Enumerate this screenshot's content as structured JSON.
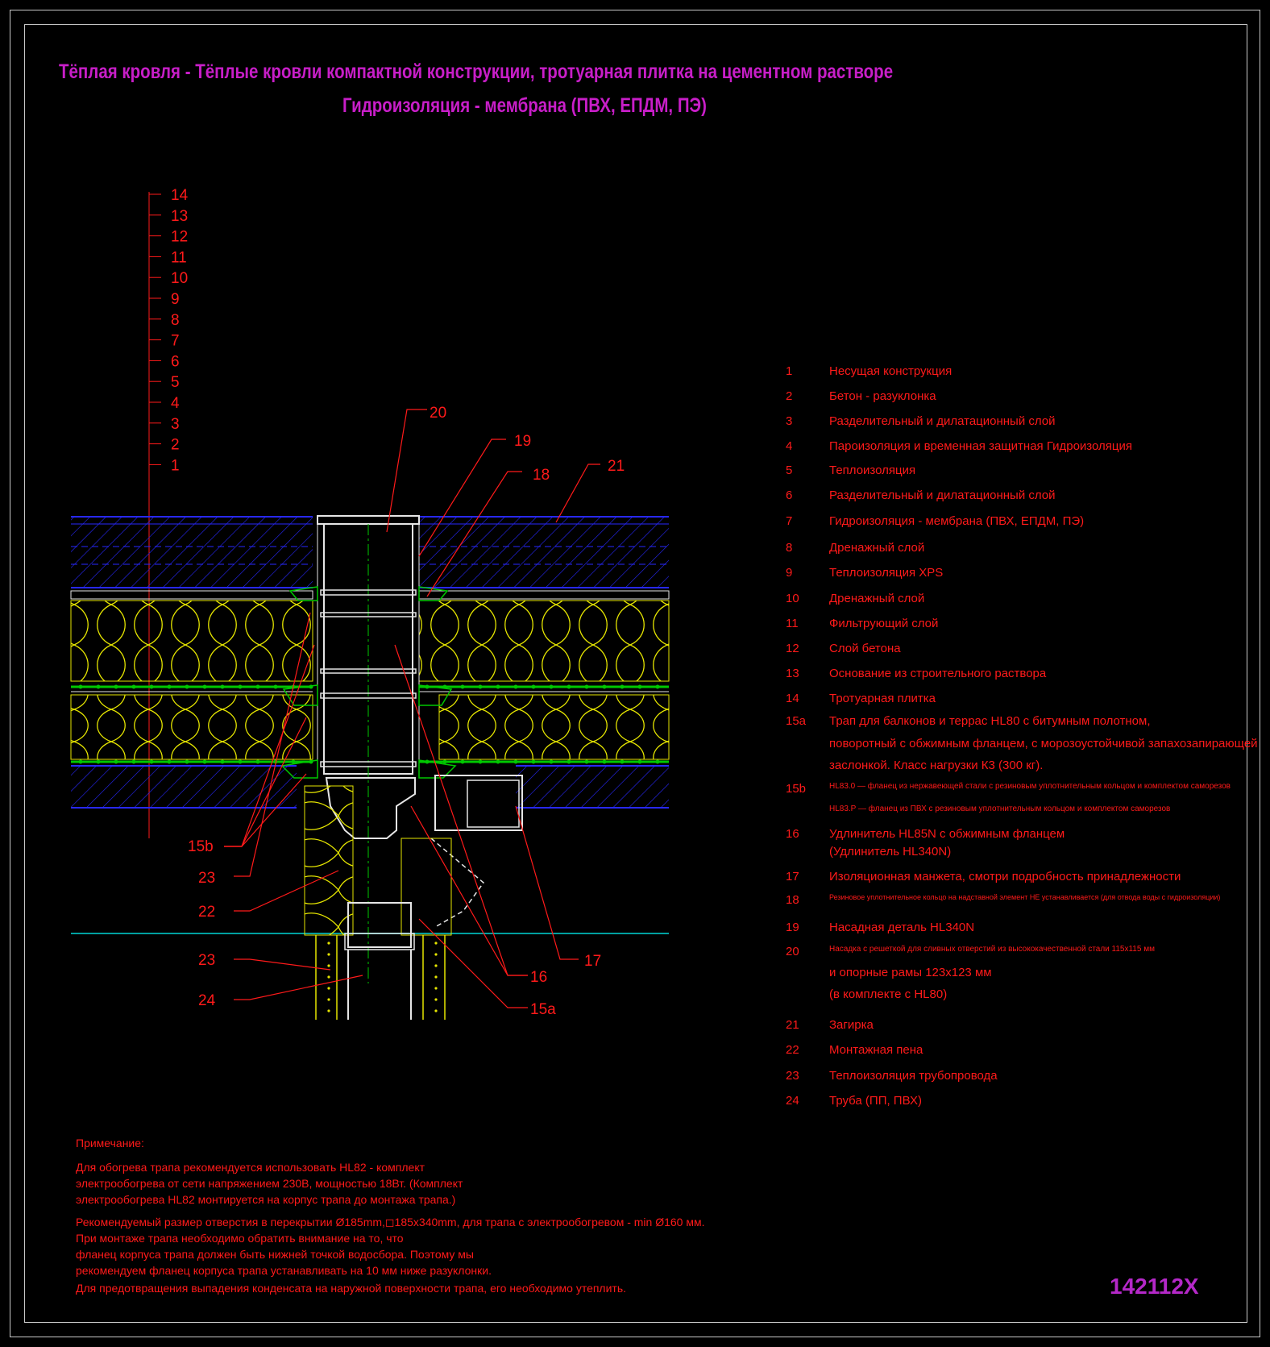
{
  "title": {
    "line1": "Тёплая кровля - Тёплые кровли компактной конструкции, тротуарная плитка на цементном растворе",
    "line2": "Гидроизоляция - мембрана (ПВХ, ЕПДМ, ПЭ)"
  },
  "layer_scale_labels": [
    "14",
    "13",
    "12",
    "11",
    "10",
    "9",
    "8",
    "7",
    "6",
    "5",
    "4",
    "3",
    "2",
    "1"
  ],
  "callouts": {
    "c20": "20",
    "c19": "19",
    "c18": "18",
    "c21": "21",
    "c17": "17",
    "c15b": "15b",
    "c23a": "23",
    "c22": "22",
    "c23b": "23",
    "c24": "24",
    "c16": "16",
    "c15a": "15a"
  },
  "legend": [
    {
      "num": "1",
      "text": "Несущая конструкция"
    },
    {
      "num": "2",
      "text": "Бетон - разуклонка"
    },
    {
      "num": "3",
      "text": "Разделительный и дилатационный слой"
    },
    {
      "num": "4",
      "text": "Пароизоляция и временная защитная Гидроизоляция"
    },
    {
      "num": "5",
      "text": "Теплоизоляция"
    },
    {
      "num": "6",
      "text": "Разделительный и дилатационный слой"
    },
    {
      "num": "7",
      "text": "Гидроизоляция - мембрана (ПВХ, ЕПДМ, ПЭ)"
    },
    {
      "num": "8",
      "text": "Дренажный слой"
    },
    {
      "num": "9",
      "text": "Теплоизоляция XPS"
    },
    {
      "num": "10",
      "text": "Дренажный слой"
    },
    {
      "num": "11",
      "text": "Фильтрующий слой"
    },
    {
      "num": "12",
      "text": "Слой бетона"
    },
    {
      "num": "13",
      "text": "Основание из строительного раствора"
    },
    {
      "num": "14",
      "text": "Тротуарная плитка"
    },
    {
      "num": "15a",
      "text": "Трап для балконов и террас HL80 с битумным полотном,"
    },
    {
      "num": "",
      "text": "поворотный с обжимным фланцем, с морозоустойчивой запахозапирающей"
    },
    {
      "num": "",
      "text": "заслонкой. Класс нагрузки К3 (300 кг)."
    },
    {
      "num": "15b",
      "text": "HL83.0 — фланец из нержавеющей стали с резиновым уплотнительным кольцом и комплектом саморезов"
    },
    {
      "num": "",
      "text": "HL83.P — фланец из ПВХ с резиновым уплотнительным кольцом и комплектом саморезов"
    },
    {
      "num": "16",
      "text": "Удлинитель HL85N с обжимным фланцем"
    },
    {
      "num": "",
      "text": "(Удлинитель HL340N)"
    },
    {
      "num": "17",
      "text": "Изоляционная  манжета, смотри подробность принадлежности"
    },
    {
      "num": "18",
      "text": "Резиновое уплотнительное кольцо на надставной элемент НЕ устанавливается (для отвода воды с гидроизоляции)"
    },
    {
      "num": "19",
      "text": "Насадная деталь HL340N"
    },
    {
      "num": "20",
      "text": "Насадка с решеткой для сливных отверстий из высококачественной стали 115x115 мм"
    },
    {
      "num": "",
      "text": "и опорные рамы 123x123 мм"
    },
    {
      "num": "",
      "text": "(в комплекте с HL80)"
    },
    {
      "num": "21",
      "text": "Загирка"
    },
    {
      "num": "22",
      "text": "Монтажная пена"
    },
    {
      "num": "23",
      "text": "Теплоизоляция трубопровода"
    },
    {
      "num": "24",
      "text": "Труба (ПП, ПВХ)"
    }
  ],
  "notes": [
    "Примечание:",
    "Для обогрева трапа рекомендуется использовать HL82 - комплект",
    "электрообогрева от сети напряжением 230В, мощностью 18Вт. (Комплект",
    "электрообогрева HL82 монтируется на корпус трапа до монтажа трапа.)",
    "Рекомендуемый размер отверстия в перекрытии Ø185mm,◻185x340mm, для трапа с электрообогревом - min Ø160 мм.",
    "При монтаже трапа необходимо обратить внимание на то, что",
    "фланец корпуса трапа должен быть нижней точкой водосбора. Поэтому мы",
    "рекомендуем фланец корпуса трапа устанавливать на 10 мм ниже разуклонки.",
    "Для предотвращения выпадения конденсата на наружной поверхности трапа, его необходимо утеплить."
  ],
  "drawing_code": "142112X",
  "colors": {
    "title": "#c81ec8",
    "labels": "#ff1a1a",
    "insulation": "#e6e600",
    "concrete_lines": "#2828ff",
    "drain_body": "#e6e6e6",
    "membrane": "#00c800",
    "floor_line": "#00a0a0"
  }
}
